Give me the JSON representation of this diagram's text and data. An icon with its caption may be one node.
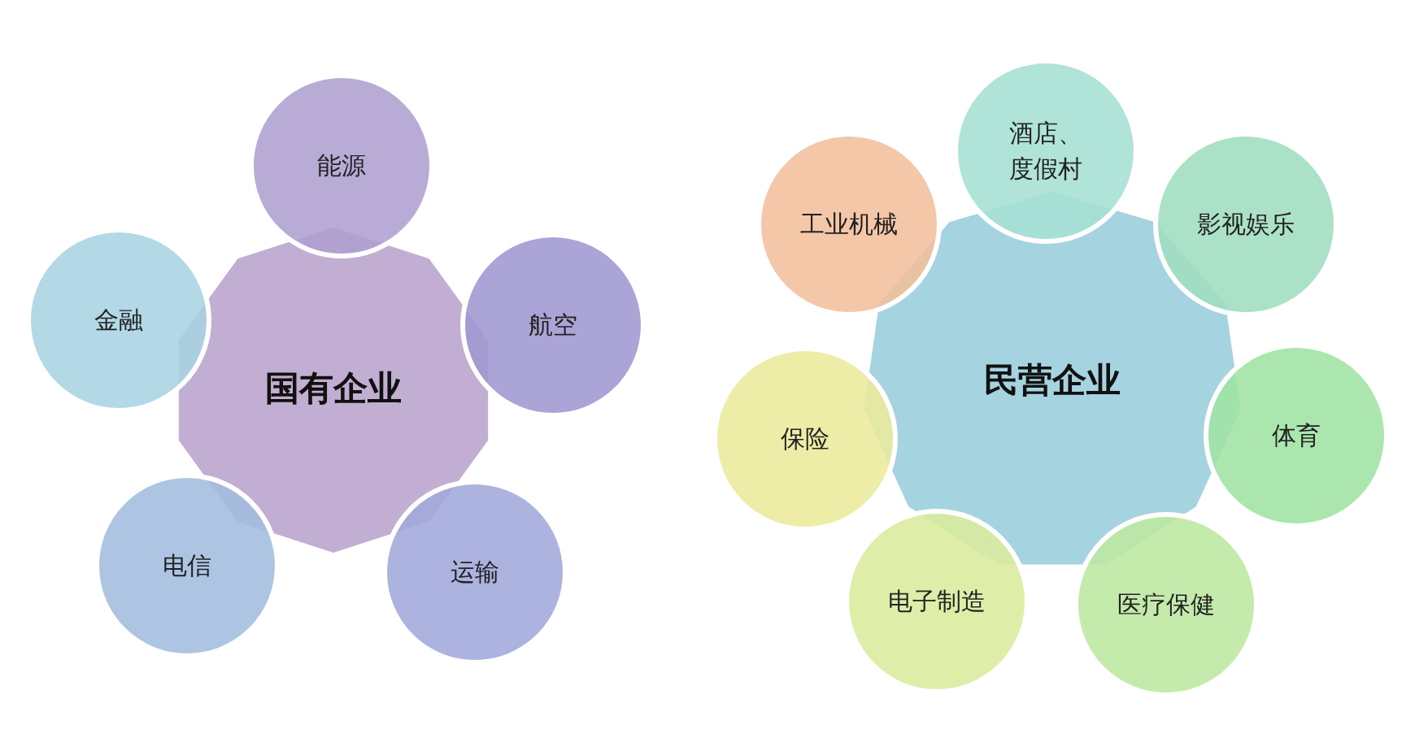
{
  "diagram": {
    "nodes": [
      {
        "text": [
          "国有企业"
        ]
      },
      {
        "text": [
          "能源"
        ]
      },
      {
        "text": [
          "金融"
        ]
      },
      {
        "text": [
          "航空"
        ]
      },
      {
        "text": [
          "电信"
        ]
      },
      {
        "text": [
          "运输"
        ]
      },
      {
        "text": [
          "民营企业"
        ]
      },
      {
        "text": [
          "酒店、度假村"
        ]
      },
      {
        "text": [
          "工业机械"
        ]
      },
      {
        "text": [
          "影视娱乐"
        ]
      },
      {
        "text": [
          "保险"
        ]
      },
      {
        "text": [
          "体育"
        ]
      },
      {
        "text": [
          "电子制造"
        ]
      },
      {
        "text": [
          "医疗保健"
        ]
      }
    ]
  }
}
